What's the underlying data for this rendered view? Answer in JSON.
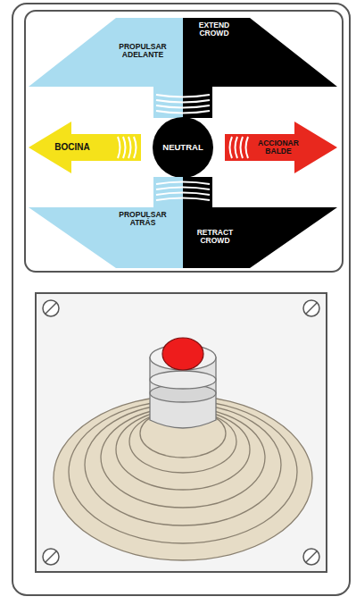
{
  "diagram": {
    "nodes": [
      {
        "text": [
          "PROPULSAR ADELANTE"
        ]
      },
      {
        "text": [
          "EXTEND CROWD"
        ]
      },
      {
        "text": [
          "BOCINA"
        ]
      },
      {
        "text": [
          "NEUTRAL"
        ]
      },
      {
        "text": [
          "ACCIONAR BALDE"
        ]
      },
      {
        "text": [
          "PROPULSAR ATRÁS"
        ]
      },
      {
        "text": [
          "RETRACT CROWD"
        ]
      }
    ]
  }
}
